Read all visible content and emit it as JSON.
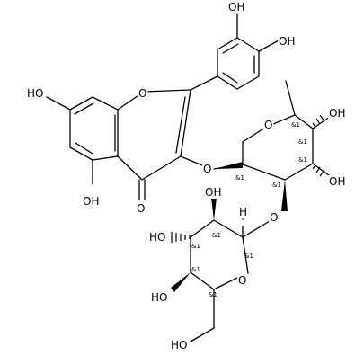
{
  "diagram": {
    "type": "chemical-structure",
    "atom_labels": {
      "oh_catechol_top": "OH",
      "oh_catechol_right": "OH",
      "oh_a_ring_top": "HO",
      "oh_a_ring_bottom": "OH",
      "o_chromone_ring": "O",
      "o_carbonyl": "O",
      "o_glycosidic_1": "O",
      "o_rhamnose_ring": "O",
      "oh_rhamnose_right": "OH",
      "oh_rhamnose_lower": "OH",
      "o_glycosidic_2": "O",
      "oh_glucose_top": "OH",
      "h_anomeric": "H",
      "oh_glucose_left": "HO",
      "oh_glucose_lower_left": "HO",
      "o_glucose_ring": "O",
      "oh_hydroxymethyl": "HO"
    },
    "stereo_descriptors": {
      "rha_c5": "&1",
      "rha_c4": "&1",
      "rha_c3": "&1",
      "rha_c2": "&1",
      "rha_c1": "&1",
      "glc_c2": "&1",
      "glc_c3": "&1",
      "glc_c4": "&1",
      "glc_c1": "&1",
      "glc_c5": "&1"
    }
  }
}
